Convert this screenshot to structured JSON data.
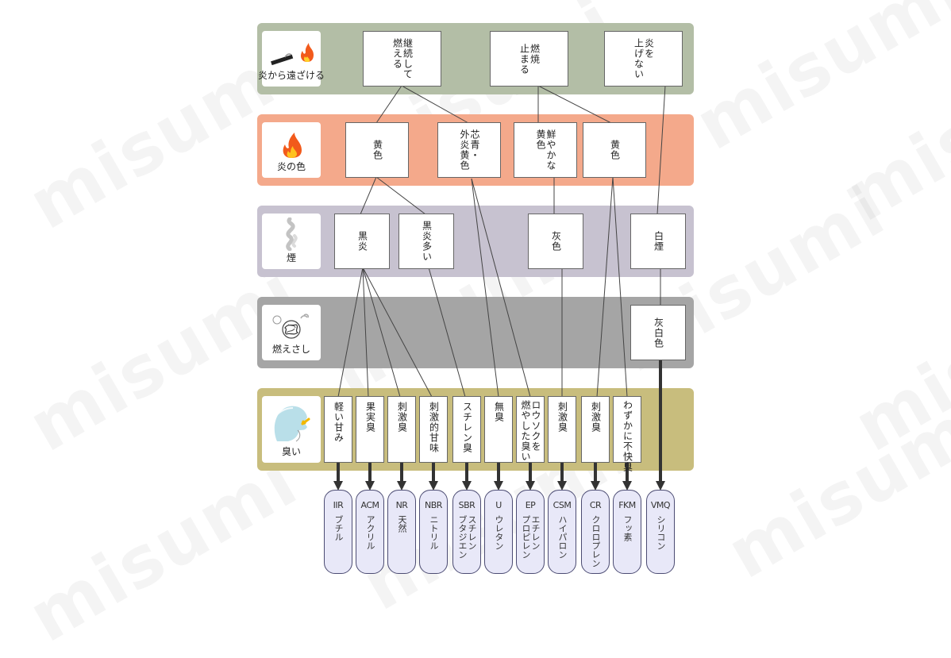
{
  "watermark": "misumi",
  "colors": {
    "band_fire": "#b3bea6",
    "band_flame": "#f4a98b",
    "band_smoke": "#c7c2d0",
    "band_residue": "#a5a5a5",
    "band_odor": "#c8bd7d",
    "pill_fill": "#e8e8f8",
    "pill_border": "#4c4c73"
  },
  "rows": {
    "fire": {
      "label": "炎から遠ざける",
      "icon": "match-flame-icon"
    },
    "flame": {
      "label": "炎の色",
      "icon": "flame-icon"
    },
    "smoke": {
      "label": "煙",
      "icon": "smoke-icon"
    },
    "residue": {
      "label": "燃えさし",
      "icon": "ash-residue-icon"
    },
    "odor": {
      "label": "臭い",
      "icon": "smell-face-icon"
    }
  },
  "fire_boxes": [
    "継続して\n燃える",
    "燃焼\n止まる",
    "炎を\n上げない"
  ],
  "flame_boxes": [
    "黄色",
    "芯青・\n外炎黄色",
    "鮮やかな\n黄色",
    "黄色"
  ],
  "smoke_boxes": [
    "黒炎",
    "黒炎多い",
    "灰色",
    "白煙"
  ],
  "residue_boxes": [
    "灰白色"
  ],
  "odor_boxes": [
    "軽い甘み",
    "果実臭",
    "刺激臭",
    "刺激的甘味",
    "スチレン臭",
    "無臭",
    "ロウソクを\n燃やした臭い",
    "刺激臭",
    "刺激臭",
    "わずかに不快臭"
  ],
  "materials": [
    {
      "code": "IIR",
      "name": "ブチル"
    },
    {
      "code": "ACM",
      "name": "アクリル"
    },
    {
      "code": "NR",
      "name": "天然"
    },
    {
      "code": "NBR",
      "name": "ニトリル"
    },
    {
      "code": "SBR",
      "name": "スチレン\nブタジエン"
    },
    {
      "code": "U",
      "name": "ウレタン"
    },
    {
      "code": "EP",
      "name": "エチレン\nプロピレン"
    },
    {
      "code": "CSM",
      "name": "ハイパロン"
    },
    {
      "code": "CR",
      "name": "クロロプレン"
    },
    {
      "code": "FKM",
      "name": "フッ素"
    },
    {
      "code": "VMQ",
      "name": "シリコン"
    }
  ]
}
